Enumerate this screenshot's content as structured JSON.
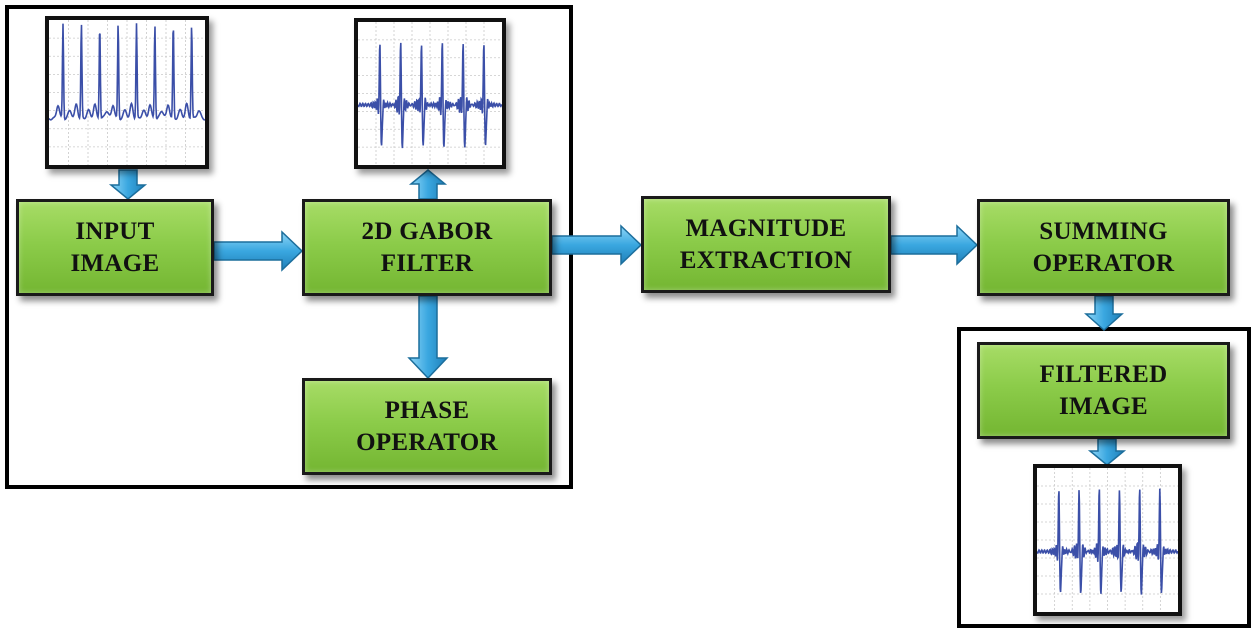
{
  "colors": {
    "block_fill": "#8ccc4a",
    "block_border": "#1a1a1a",
    "arrow_fill": "#3aa7e0",
    "signal_line": "#3b4fa8",
    "frame_border": "#000000"
  },
  "blocks": {
    "input_image": "INPUT\nIMAGE",
    "gabor_filter": "2D GABOR\nFILTER",
    "phase_operator": "PHASE\nOPERATOR",
    "magnitude_extraction": "MAGNITUDE\nEXTRACTION",
    "summing_operator": "SUMMING\nOPERATOR",
    "filtered_image": "FILTERED\nIMAGE"
  },
  "thumbnails": {
    "input": "ecg-signal-raw",
    "gabor_output": "ecg-signal-filtered",
    "final_output": "ecg-signal-filtered"
  }
}
